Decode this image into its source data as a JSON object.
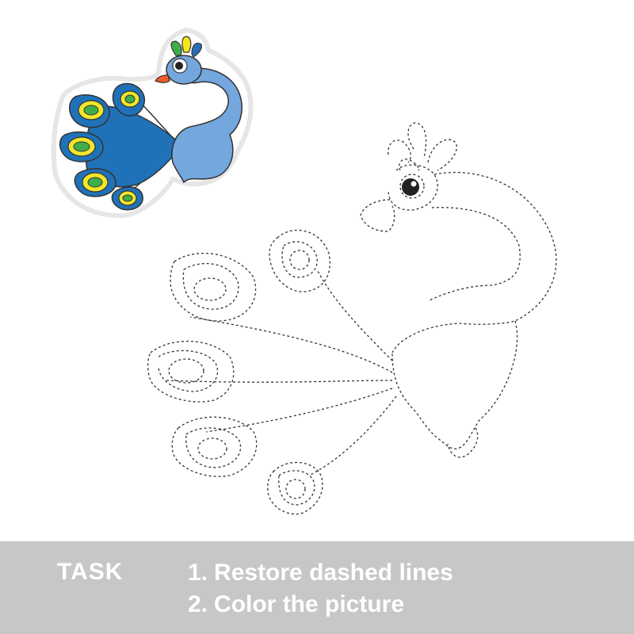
{
  "task": {
    "label": "TASK",
    "steps": [
      {
        "number": "1.",
        "text": "Restore dashed lines"
      },
      {
        "number": "2.",
        "text": "Color the picture"
      }
    ]
  },
  "colors": {
    "body_blue": "#73a7dd",
    "feather_blue": "#1f72b8",
    "eye_yellow": "#f2e62b",
    "eye_green": "#41ad49",
    "beak_red": "#ef5a29",
    "crest_yellow": "#f6e51f",
    "crest_green": "#41ad49",
    "crest_blue": "#2b6fb7",
    "outline": "#333333",
    "task_bar": "#c7c7c7",
    "task_text": "#ffffff"
  },
  "icons": {
    "colored": "peacock-colored-sample",
    "outline": "peacock-dashed-outline"
  }
}
